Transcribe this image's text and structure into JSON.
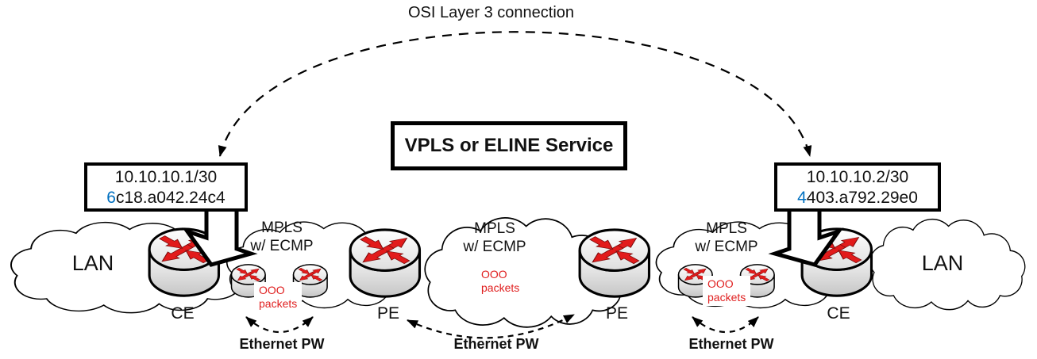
{
  "osi_connection": {
    "label": "OSI Layer 3 connection"
  },
  "service_box": {
    "label": "VPLS or ELINE Service"
  },
  "endpoint_left": {
    "ip": "10.10.10.1/30",
    "mac_first": "6",
    "mac_rest": "c18.a042.24c4"
  },
  "endpoint_right": {
    "ip": "10.10.10.2/30",
    "mac_first": "4",
    "mac_rest": "403.a792.29e0"
  },
  "lan_left": {
    "label": "LAN"
  },
  "lan_right": {
    "label": "LAN"
  },
  "mpls_label": {
    "line1": "MPLS",
    "line2": "w/ ECMP"
  },
  "ooo_label": {
    "line1": "OOO",
    "line2": "packets"
  },
  "pw_label": {
    "text": "Ethernet PW"
  },
  "routers": {
    "ce_left": "CE",
    "pe_left": "PE",
    "pe_right": "PE",
    "ce_right": "CE"
  },
  "colors": {
    "mac_prefix_blue": "#0070C0",
    "ooo_red": "#E02020",
    "router_arrow_red": "#E21B1B",
    "outline_black": "#000000"
  }
}
